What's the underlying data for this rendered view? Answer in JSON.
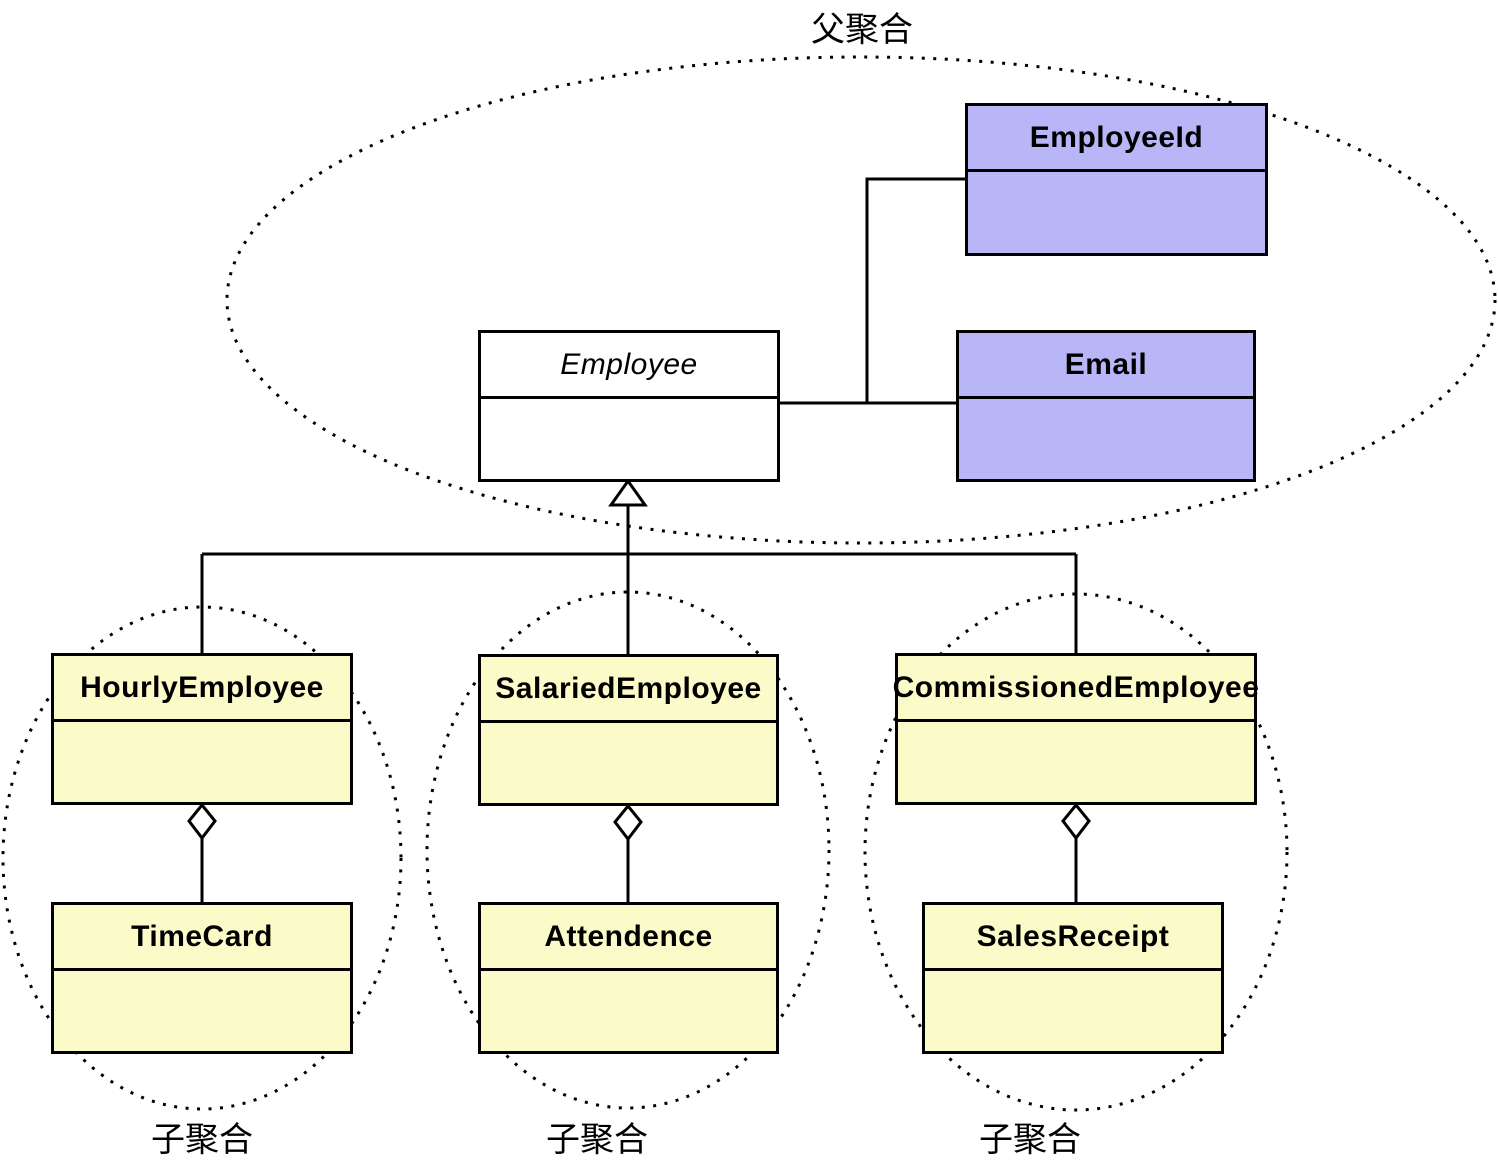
{
  "diagram": {
    "parent_label": "父聚合",
    "child_labels": [
      "子聚合",
      "子聚合",
      "子聚合"
    ],
    "classes": {
      "employee": "Employee",
      "employee_id": "EmployeeId",
      "email": "Email",
      "hourly_employee": "HourlyEmployee",
      "salaried_employee": "SalariedEmployee",
      "commissioned_employee": "CommissionedEmployee",
      "time_card": "TimeCard",
      "attendence": "Attendence",
      "sales_receipt": "SalesReceipt"
    },
    "colors": {
      "purple_fill": "#b8b6f7",
      "yellow_fill": "#fbfbc9",
      "white_fill": "#ffffff",
      "line": "#000000",
      "background": "#ffffff"
    }
  }
}
